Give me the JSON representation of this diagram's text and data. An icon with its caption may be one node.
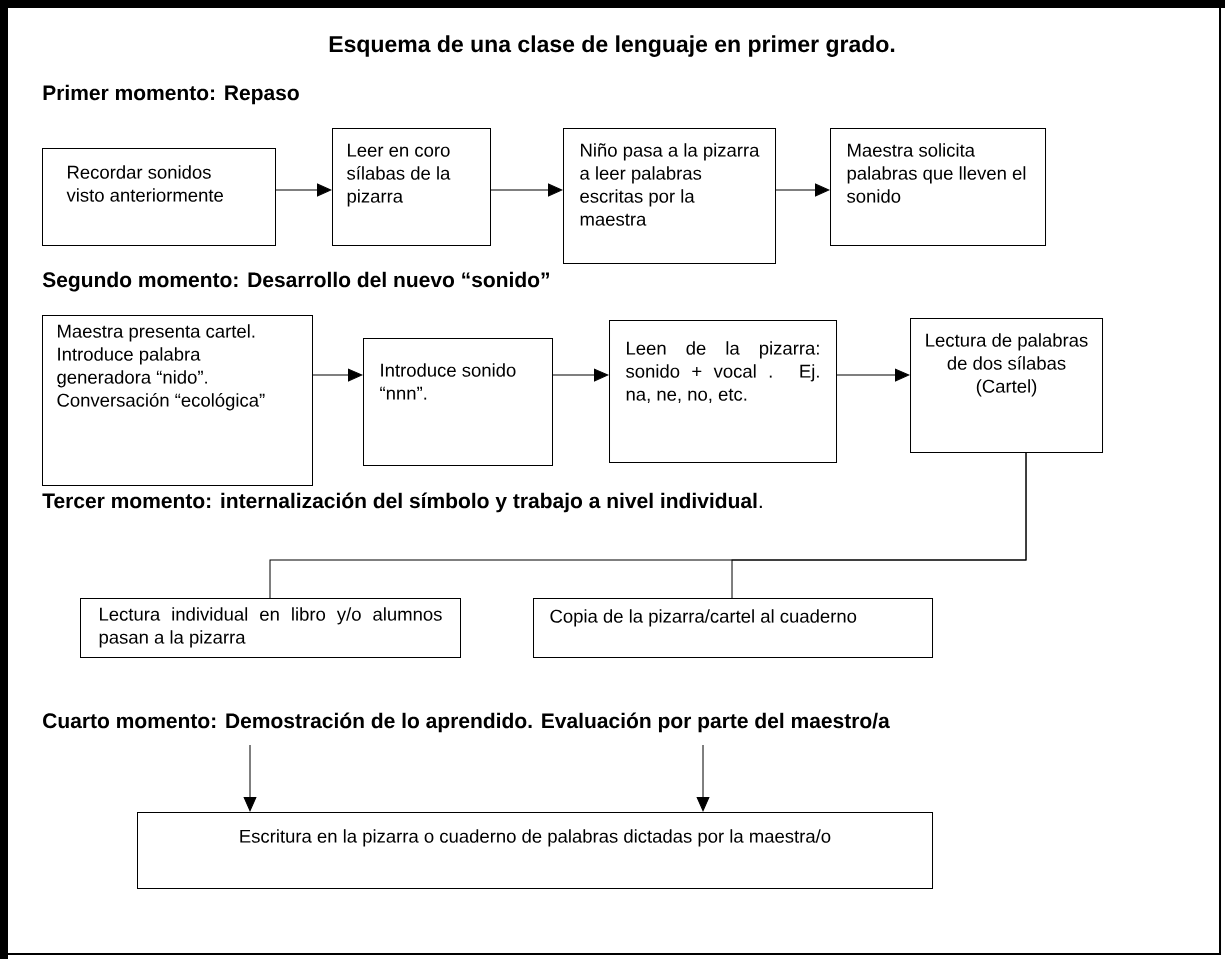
{
  "diagram": {
    "title": "Esquema de una clase de lenguaje en primer grado.",
    "nodes": [
      {
        "text": [
          "Recordar sonidos visto anteriormente"
        ]
      },
      {
        "text": [
          "Leer en coro sílabas de la pizarra"
        ]
      },
      {
        "text": [
          "Niño pasa a la pizarra a leer palabras escritas por la maestra"
        ]
      },
      {
        "text": [
          "Maestra solicita palabras que lleven el sonido"
        ]
      },
      {
        "text": [
          "Maestra presenta cartel. Introduce palabra generadora “nido”. Conversación “ecológica”"
        ]
      },
      {
        "text": [
          "Introduce sonido “nnn”."
        ]
      },
      {
        "text": [
          "Leen de la pizarra: sonido + vocal . Ej. na, ne, no, etc."
        ]
      },
      {
        "text": [
          "Lectura de palabras de dos sílabas (Cartel)"
        ]
      },
      {
        "text": [
          "Lectura individual en libro y/o alumnos pasan a la pizarra"
        ]
      },
      {
        "text": [
          "Copia de la pizarra/cartel al cuaderno"
        ]
      },
      {
        "text": [
          "Escritura en la pizarra o cuaderno de palabras dictadas por la maestra/o"
        ]
      }
    ],
    "edges": [
      {
        "from": 0,
        "to": 1,
        "arrow": "to"
      },
      {
        "from": 1,
        "to": 2,
        "arrow": "to"
      },
      {
        "from": 2,
        "to": 3,
        "arrow": "to"
      },
      {
        "from": 4,
        "to": 5,
        "arrow": "to"
      },
      {
        "from": 5,
        "to": 6,
        "arrow": "to"
      },
      {
        "from": 6,
        "to": 7,
        "arrow": "to"
      },
      {
        "from": 7,
        "to": 8,
        "arrow": "none"
      },
      {
        "from": 7,
        "to": 9,
        "arrow": "none"
      },
      {
        "from": null,
        "to": 10,
        "arrow": "to"
      },
      {
        "from": null,
        "to": 10,
        "arrow": "to"
      }
    ],
    "labels": [
      "Primer momento: Repaso",
      "Segundo momento: Desarrollo del nuevo “sonido”",
      "**Tercer momento: internalización del símbolo y trabajo a nivel individual**.",
      "Cuarto momento: Demostración de lo aprendido. Evaluación por parte del maestro/a"
    ]
  }
}
